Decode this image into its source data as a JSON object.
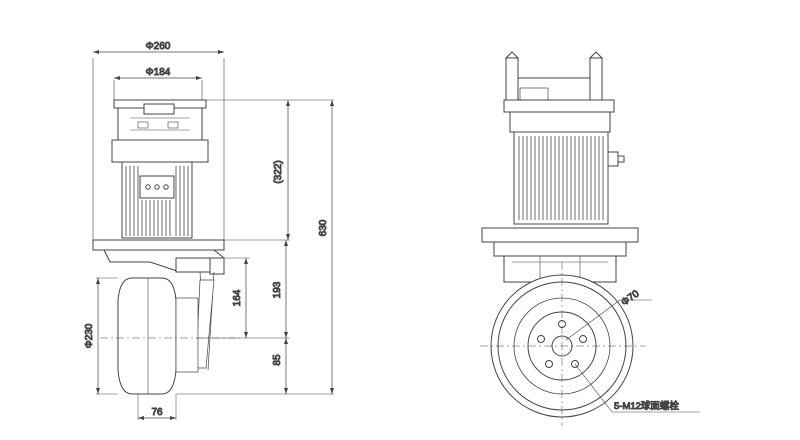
{
  "dimensions": {
    "d260": "Φ260",
    "d184": "Φ184",
    "h322": "(322)",
    "h630": "630",
    "h193": "193",
    "h164": "164",
    "h85": "85",
    "d230": "Φ230",
    "w76": "76",
    "d70": "Φ70",
    "bolts": "5-M12球面螺栓"
  }
}
